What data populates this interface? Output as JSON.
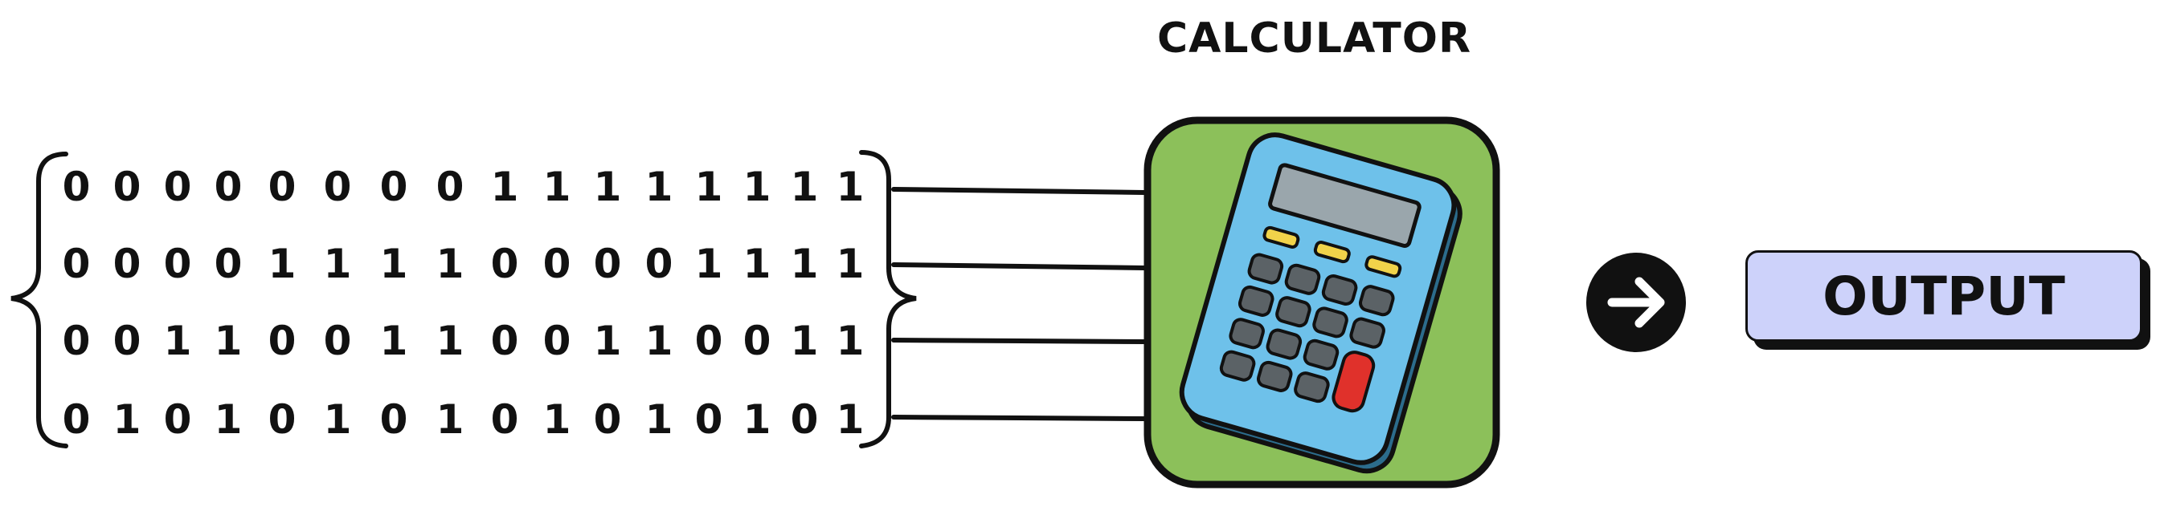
{
  "diagram": {
    "title": "CALCULATOR",
    "output_label": "OUTPUT",
    "bit_rows": [
      [
        "0",
        "0",
        "0",
        "0",
        "0",
        "0",
        "0",
        "0",
        "1",
        "1",
        "1",
        "1",
        "1",
        "1",
        "1",
        "1"
      ],
      [
        "0",
        "0",
        "0",
        "0",
        "1",
        "1",
        "1",
        "1",
        "0",
        "0",
        "0",
        "0",
        "1",
        "1",
        "1",
        "1"
      ],
      [
        "0",
        "0",
        "1",
        "1",
        "0",
        "0",
        "1",
        "1",
        "0",
        "0",
        "1",
        "1",
        "0",
        "0",
        "1",
        "1"
      ],
      [
        "0",
        "1",
        "0",
        "1",
        "0",
        "1",
        "0",
        "1",
        "0",
        "1",
        "0",
        "1",
        "0",
        "1",
        "0",
        "1"
      ]
    ],
    "icons": {
      "calculator": "calculator-icon",
      "arrow": "arrow-right-icon"
    },
    "colors": {
      "calculator_bg": "#8cc05a",
      "calculator_body": "#6ec1ea",
      "output_bg": "#cdd2fa",
      "arrow_circle": "#111111",
      "red_key": "#e0312b",
      "yellow_key": "#f1d34a"
    }
  }
}
